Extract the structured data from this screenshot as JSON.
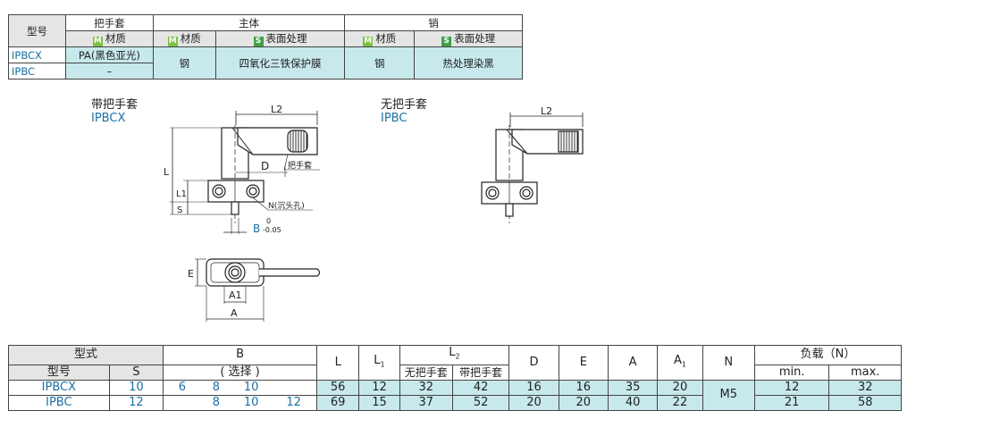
{
  "spec_table": {
    "h_model": "型号",
    "h_sleeve": "把手套",
    "h_body": "主体",
    "h_pin": "销",
    "h_material": "材质",
    "h_surface": "表面处理",
    "icon_material": "M",
    "icon_surface": "S",
    "rows": [
      {
        "model": "IPBCX",
        "sleeve_material": "PA(黑色亚光)"
      },
      {
        "model": "IPBC",
        "sleeve_material": "–"
      }
    ],
    "body_material": "钢",
    "body_surface": "四氧化三铁保护膜",
    "pin_material": "钢",
    "pin_surface": "热处理染黑"
  },
  "drawings": {
    "left_title": "带把手套",
    "left_model": "IPBCX",
    "right_title": "无把手套",
    "right_model": "IPBC",
    "dim_L2": "L2",
    "dim_L": "L",
    "dim_L1": "L1",
    "dim_S": "S",
    "dim_D": "D",
    "label_sleeve": "把手套",
    "label_N": "N(沉头孔)",
    "dim_B": "B",
    "tol_upper": "0",
    "tol_lower": "-0.05",
    "dim_E": "E",
    "dim_A1": "A1",
    "dim_A": "A"
  },
  "dim_table": {
    "h_type": "型式",
    "h_model": "型号",
    "h_S": "S",
    "h_B": "B",
    "h_B_sub": "( 选择 )",
    "h_L": "L",
    "h_L1": "L",
    "h_L1_sub": "1",
    "h_L2": "L",
    "h_L2_sub": "2",
    "h_L2_a": "无把手套",
    "h_L2_b": "带把手套",
    "h_D": "D",
    "h_E": "E",
    "h_A": "A",
    "h_A1": "A",
    "h_A1_sub": "1",
    "h_N": "N",
    "h_load": "负载（N）",
    "h_min": "min.",
    "h_max": "max.",
    "N_value": "M5",
    "rows": [
      {
        "model": "IPBCX",
        "S": "10",
        "B": [
          "6",
          "8",
          "10",
          ""
        ],
        "L": "56",
        "L1": "12",
        "L2_without": "32",
        "L2_with": "42",
        "D": "16",
        "E": "16",
        "A": "35",
        "A1": "20",
        "min": "12",
        "max": "32"
      },
      {
        "model": "IPBC",
        "S": "12",
        "B": [
          "",
          "8",
          "10",
          "12"
        ],
        "L": "69",
        "L1": "15",
        "L2_without": "37",
        "L2_with": "52",
        "D": "20",
        "E": "20",
        "A": "40",
        "A1": "22",
        "min": "21",
        "max": "58"
      }
    ]
  }
}
